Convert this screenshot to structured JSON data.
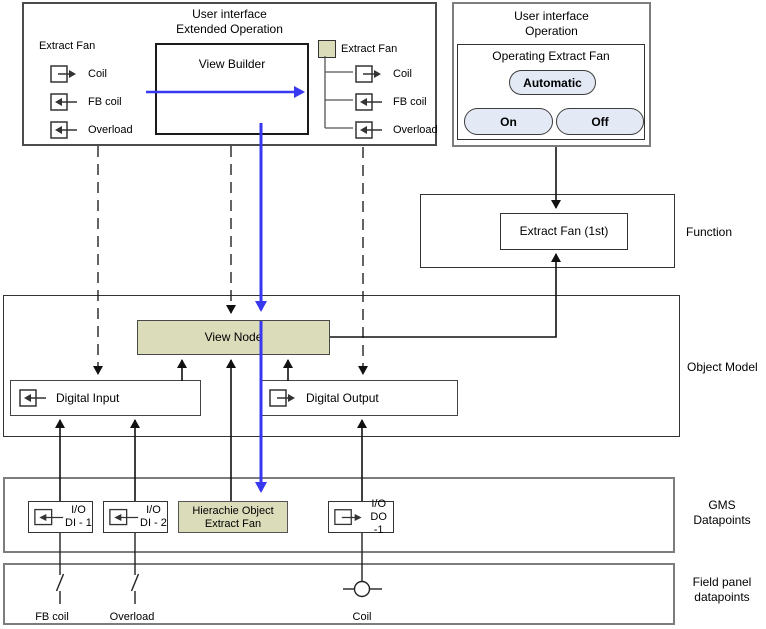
{
  "colors": {
    "tan": "#dbdcba",
    "blue": "#3838f0",
    "pill_fill": "#e3eaf6",
    "line": "#222222"
  },
  "ui_extended": {
    "title1": "User interface",
    "title2": "Extended Operation",
    "left_group_title": "Extract Fan",
    "left_items": [
      {
        "label": "Coil"
      },
      {
        "label": "FB coil"
      },
      {
        "label": "Overload"
      }
    ],
    "view_builder": "View Builder",
    "right_group_title": "Extract Fan",
    "right_items": [
      {
        "label": "Coil"
      },
      {
        "label": "FB coil"
      },
      {
        "label": "Overload"
      }
    ]
  },
  "ui_operation": {
    "title1": "User interface",
    "title2": "Operation",
    "panel_title": "Operating Extract Fan",
    "automatic": "Automatic",
    "on": "On",
    "off": "Off"
  },
  "function_layer": {
    "node": "Extract Fan (1st)",
    "label": "Function"
  },
  "object_model": {
    "view_node": "View Node",
    "digital_input": "Digital Input",
    "digital_output": "Digital Output",
    "label": "Object Model"
  },
  "gms": {
    "di1_line1": "I/O",
    "di1_line2": "DI - 1",
    "di2_line1": "I/O",
    "di2_line2": "DI - 2",
    "hier_line1": "Hierachie Object",
    "hier_line2": "Extract Fan",
    "do1_line1": "I/O",
    "do1_line2": "DO -1",
    "label1": "GMS",
    "label2": "Datapoints"
  },
  "field_panel": {
    "fb_coil": "FB coil",
    "overload": "Overload",
    "coil": "Coil",
    "label1": "Field panel",
    "label2": "datapoints"
  }
}
